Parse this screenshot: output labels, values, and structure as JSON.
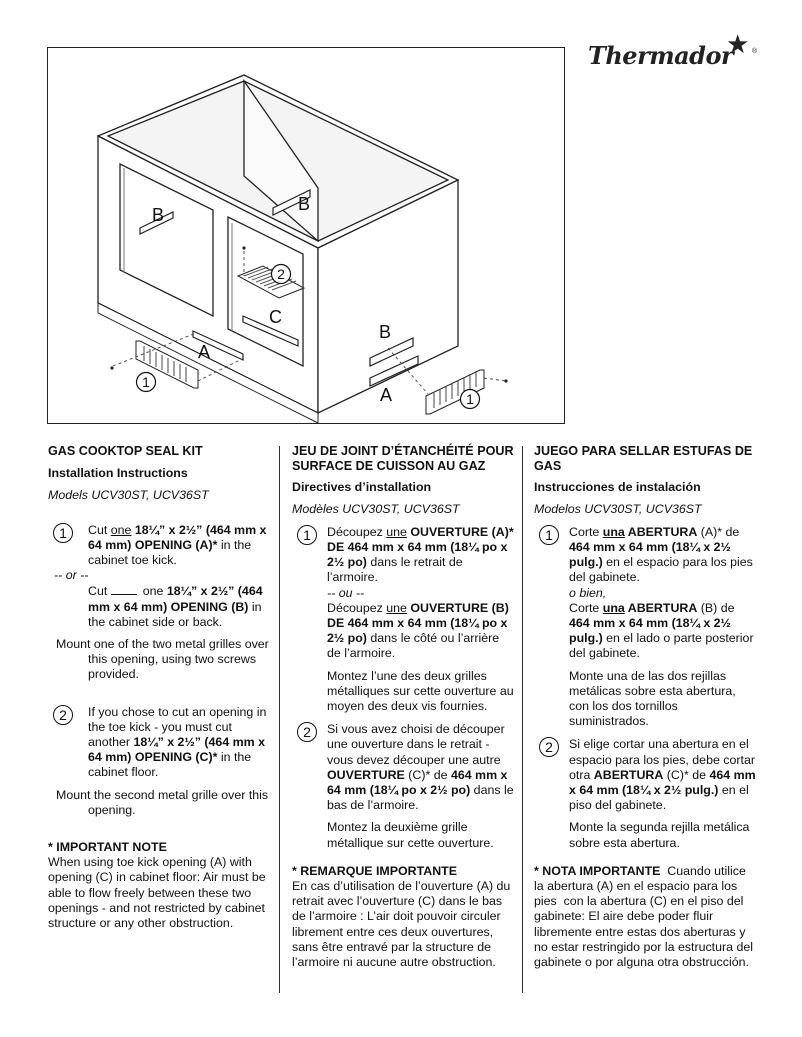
{
  "brand": {
    "name": "Thermador",
    "mark": "★",
    "registered": "®"
  },
  "figure": {
    "labels": {
      "a_front": "A",
      "a_side": "A",
      "b_left": "B",
      "b_back": "B",
      "b_side": "B",
      "c": "C",
      "n1_left": "1",
      "n1_right": "1",
      "n2": "2"
    }
  },
  "english": {
    "title": "GAS COOKTOP SEAL KIT",
    "subtitle": "Installation Instructions",
    "models": "Models UCV30ST, UCV36ST",
    "step1_num": "1",
    "step1_a1": "Cut ",
    "step1_a_u": "one",
    "step1_a_b": " 18¼” x 2½” (464 mm x 64 mm) OPENING (A)*",
    "step1_a_end": " in the cabinet toe kick.",
    "or": "-- or --",
    "step1_b1": "Cut ",
    "step1_b2": "one ",
    "step1_b_b": "18¼” x 2½” (464 mm x 64 mm) OPENING (B)",
    "step1_b_end": " in the cabinet side or back.",
    "mount1": "Mount one of the two metal grilles over this opening, using two screws provided.",
    "step2_num": "2",
    "step2_a": "If you chose to cut an opening in the toe kick - you must cut another ",
    "step2_b": "18¼” x 2½” (464 mm x 64 mm) OPENING (C)*",
    "step2_c": " in the cabinet floor.",
    "mount2": "Mount the second metal grille over this opening.",
    "note_title": "* IMPORTANT NOTE",
    "note_body": "When using toe kick opening (A) with opening (C) in cabinet floor: Air must be able to flow freely between these two openings - and not restricted by cabinet structure or any other obstruction."
  },
  "french": {
    "title": "JEU DE JOINT D’ÉTANCHÉITÉ POUR SURFACE DE CUISSON AU GAZ",
    "subtitle": "Directives d’installation",
    "models": "Modèles UCV30ST, UCV36ST",
    "step1_num": "1",
    "step1_a1": "Découpez ",
    "step1_a_u": "une",
    "step1_a_b": " OUVERTURE (A)* DE 464 mm x 64 mm (18¼ po x 2½ po)",
    "step1_a_end": " dans le retrait de l’armoire.",
    "or": "-- ou --",
    "step1_b1": "Découpez ",
    "step1_b_u": "une",
    "step1_b_b": " OUVERTURE (B) DE 464 mm x 64 mm (18¼ po x 2½ po)",
    "step1_b_end": " dans le côté ou l’arrière de l’armoire.",
    "mount1": "Montez l’une des deux grilles métalliques sur cette ouverture au moyen des deux vis fournies.",
    "step2_num": "2",
    "step2_a": "Si vous avez choisi de découper une ouverture dans le retrait - vous devez découper une autre ",
    "step2_b1": "OUVERTURE",
    "step2_c1": " (C)* de ",
    "step2_b2": "464 mm x 64 mm (18¼ po x 2½ po)",
    "step2_c2": " dans le bas de l’armoire.",
    "mount2": "Montez la deuxième grille métallique sur cette ouverture.",
    "note_title": "* REMARQUE IMPORTANTE",
    "note_body": "En cas d’utilisation de l’ouverture (A) du retrait avec l’ouverture (C) dans le bas de l’armoire : L’air doit pouvoir circuler librement entre ces deux ouvertures, sans être entravé par la structure de l’armoire ni aucune autre obstruction."
  },
  "spanish": {
    "title": "JUEGO PARA SELLAR ESTUFAS DE GAS",
    "subtitle": "Instrucciones de instalación",
    "models": "Modelos UCV30ST, UCV36ST",
    "step1_num": "1",
    "step1_a1": "Corte ",
    "step1_a_u": "una",
    "step1_a_b1": " ABERTURA",
    "step1_a_mid": " (A)* de ",
    "step1_a_b2": "464 mm x 64 mm (18¼ x 2½ pulg.)",
    "step1_a_end": " en el espacio para los pies del gabinete.",
    "or": "o bien,",
    "step1_b1": "Corte ",
    "step1_b_u": "una",
    "step1_b_b1": " ABERTURA",
    "step1_b_mid": " (B) de ",
    "step1_b_b2": "464 mm x 64 mm (18¼ x 2½ pulg.)",
    "step1_b_end": " en el lado o parte posterior del gabinete.",
    "mount1": "Monte una de las dos rejillas metálicas sobre esta abertura, con los dos tornillos suministrados.",
    "step2_num": "2",
    "step2_a": "Si elige cortar una abertura en el espacio para los pies, debe cortar otra ",
    "step2_b1": "ABERTURA",
    "step2_c1": " (C)* de ",
    "step2_b2": "464 mm x 64 mm (18¼ x 2½ pulg.)",
    "step2_c2": " en el piso del gabinete.",
    "mount2": "Monte la segunda rejilla metálica sobre esta abertura.",
    "note_title": "* NOTA IMPORTANTE",
    "note_body": "  Cuando utilice la abertura (A) en el espacio para los pies  con la abertura (C) en el piso del gabinete: El aire debe poder fluir libremente entre estas dos aberturas y no estar restringido por la estructura del gabinete o por alguna otra obstrucción."
  }
}
